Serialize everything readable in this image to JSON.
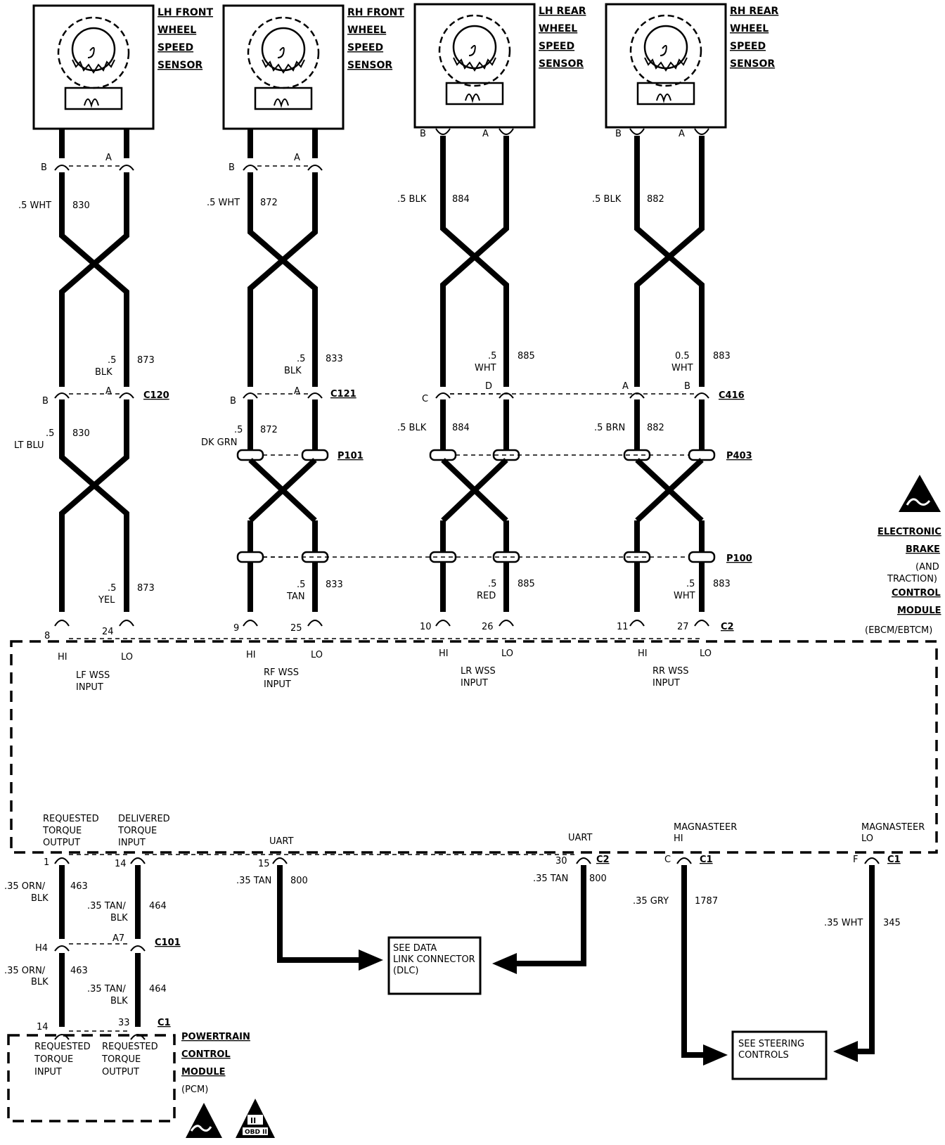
{
  "sensors": [
    {
      "name_lines": [
        "LH FRONT",
        "WHEEL",
        "SPEED",
        "SENSOR"
      ]
    },
    {
      "name_lines": [
        "RH FRONT",
        "WHEEL",
        "SPEED",
        "SENSOR"
      ]
    },
    {
      "name_lines": [
        "LH REAR",
        "WHEEL",
        "SPEED",
        "SENSOR"
      ]
    },
    {
      "name_lines": [
        "RH REAR",
        "WHEEL",
        "SPEED",
        "SENSOR"
      ]
    }
  ],
  "circuits": [
    {
      "top_pins": [
        "B",
        "A"
      ],
      "upper_left": {
        "size": ".5 WHT",
        "num": "830"
      },
      "upper_right": {
        "size": ".5",
        "color": "BLK",
        "num": "873"
      },
      "mid_pins": [
        "B",
        "A"
      ],
      "mid_connector": "C120",
      "lower_left": {
        "size": ".5",
        "color": "LT BLU",
        "num": "830"
      },
      "lower_right": {
        "size": ".5",
        "color": "YEL",
        "num": "873"
      },
      "module_pins": [
        "8",
        "24"
      ],
      "hi_lo": [
        "HI",
        "LO"
      ],
      "input_label": [
        "LF WSS",
        "INPUT"
      ]
    },
    {
      "top_pins": [
        "B",
        "A"
      ],
      "upper_left": {
        "size": ".5 WHT",
        "num": "872"
      },
      "upper_right": {
        "size": ".5",
        "color": "BLK",
        "num": "833"
      },
      "mid_pins": [
        "B",
        "A"
      ],
      "mid_connector": "C121",
      "lower_left": {
        "size": ".5",
        "color": "DK GRN",
        "num": "872"
      },
      "splice_top": "P101",
      "splice_bottom": "",
      "lower_right": {
        "size": ".5",
        "color": "TAN",
        "num": "833"
      },
      "module_pins": [
        "9",
        "25"
      ],
      "hi_lo": [
        "HI",
        "LO"
      ],
      "input_label": [
        "RF WSS",
        "INPUT"
      ]
    },
    {
      "top_pins": [
        "B",
        "A"
      ],
      "upper_left": {
        "size": ".5 BLK",
        "num": "884"
      },
      "upper_right": {
        "size": ".5",
        "color": "WHT",
        "num": "885"
      },
      "mid_pins": [
        "C",
        "D"
      ],
      "mid_connector": "",
      "lower_left": {
        "size": ".5 BLK",
        "num": "884"
      },
      "lower_right": {
        "size": ".5",
        "color": "RED",
        "num": "885"
      },
      "module_pins": [
        "10",
        "26"
      ],
      "hi_lo": [
        "HI",
        "LO"
      ],
      "input_label": [
        "LR WSS",
        "INPUT"
      ]
    },
    {
      "top_pins": [
        "B",
        "A"
      ],
      "upper_left": {
        "size": ".5 BLK",
        "num": "882"
      },
      "upper_right": {
        "size": "0.5",
        "color": "WHT",
        "num": "883"
      },
      "mid_pins": [
        "A",
        "B"
      ],
      "mid_connector": "C416",
      "lower_left": {
        "size": ".5 BRN",
        "num": "882"
      },
      "splice_top": "P403",
      "splice_bottom": "P100",
      "lower_right": {
        "size": ".5",
        "color": "WHT",
        "num": "883"
      },
      "module_pins": [
        "11",
        "27"
      ],
      "module_connector": "C2",
      "hi_lo": [
        "HI",
        "LO"
      ],
      "input_label": [
        "RR WSS",
        "INPUT"
      ]
    }
  ],
  "ebcm": {
    "name_lines": [
      "ELECTRONIC",
      "BRAKE",
      "(AND",
      "TRACTION)",
      "CONTROL",
      "MODULE",
      "(EBCM/EBTCM)"
    ]
  },
  "bottom": {
    "req_torque_out": [
      "REQUESTED",
      "TORQUE",
      "OUTPUT"
    ],
    "del_torque_in": [
      "DELIVERED",
      "TORQUE",
      "INPUT"
    ],
    "uart1": "UART",
    "uart2": "UART",
    "magnasteer_hi": [
      "MAGNASTEER",
      "HI"
    ],
    "magnasteer_lo": [
      "MAGNASTEER",
      "LO"
    ],
    "pins": {
      "p1": "1",
      "p14": "14",
      "p15": "15",
      "p30": "30",
      "c2": "C2",
      "pc": "C",
      "c1a": "C1",
      "pf": "F",
      "c1b": "C1"
    },
    "w463a": {
      "size": ".35 ORN/",
      "color": "BLK",
      "num": "463"
    },
    "w464a": {
      "size": ".35 TAN/",
      "color": "BLK",
      "num": "464"
    },
    "c101_pins": [
      "H4",
      "A7"
    ],
    "c101": "C101",
    "w463b": {
      "size": ".35 ORN/",
      "color": "BLK",
      "num": "463"
    },
    "w464b": {
      "size": ".35 TAN/",
      "color": "BLK",
      "num": "464"
    },
    "pcm_pins": [
      "14",
      "33"
    ],
    "pcm_c1": "C1",
    "w800a": {
      "size": ".35 TAN",
      "num": "800"
    },
    "w800b": {
      "size": ".35 TAN",
      "num": "800"
    },
    "w1787": {
      "size": ".35 GRY",
      "num": "1787"
    },
    "w345": {
      "size": ".35 WHT",
      "num": "345"
    },
    "dlc": [
      "SEE DATA",
      "LINK CONNECTOR",
      "(DLC)"
    ],
    "steer": [
      "SEE STEERING",
      "CONTROLS"
    ],
    "pcm_in": [
      "REQUESTED",
      "TORQUE",
      "INPUT"
    ],
    "pcm_out": [
      "REQUESTED",
      "TORQUE",
      "OUTPUT"
    ],
    "pcm_name": [
      "POWERTRAIN",
      "CONTROL",
      "MODULE",
      "(PCM)"
    ],
    "obd_text": "OBD II",
    "obd_roman": "II"
  }
}
